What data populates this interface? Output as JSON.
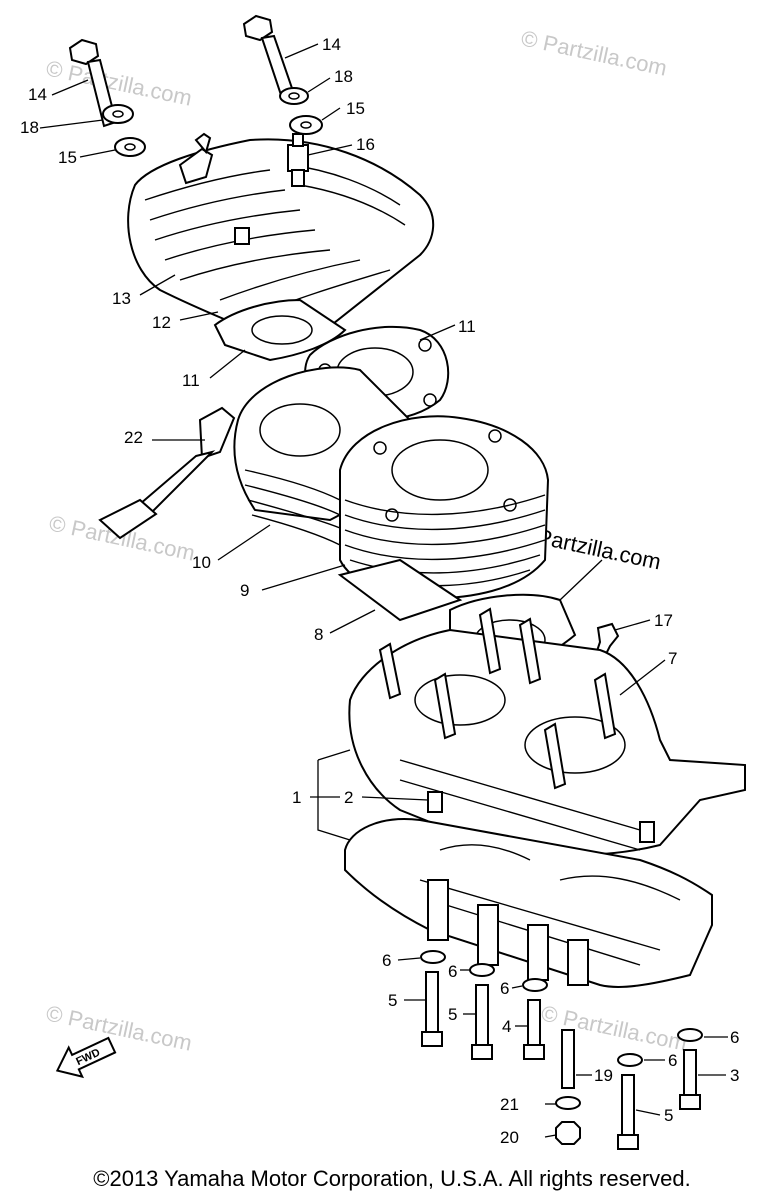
{
  "labels": {
    "p1": "1",
    "p2": "2",
    "p3": "3",
    "p4": "4",
    "p5a": "5",
    "p5b": "5",
    "p5c": "5",
    "p6a": "6",
    "p6b": "6",
    "p6c": "6",
    "p6d": "6",
    "p6e": "6",
    "p7": "7",
    "p8": "8",
    "p9": "9",
    "p10": "10",
    "p11a": "11",
    "p11b": "11",
    "p12": "12",
    "p13": "13",
    "p14a": "14",
    "p14b": "14",
    "p15a": "15",
    "p15b": "15",
    "p16": "16",
    "p17": "17",
    "p18a": "18",
    "p18b": "18",
    "p19": "19",
    "p20": "20",
    "p21": "21",
    "p22": "22"
  },
  "fwd_arrow": "FWD",
  "watermark": "© Partzilla.com",
  "watermark_dark": "©Partzilla.com",
  "copyright": "©2013 Yamaha Motor Corporation, U.S.A. All rights reserved."
}
